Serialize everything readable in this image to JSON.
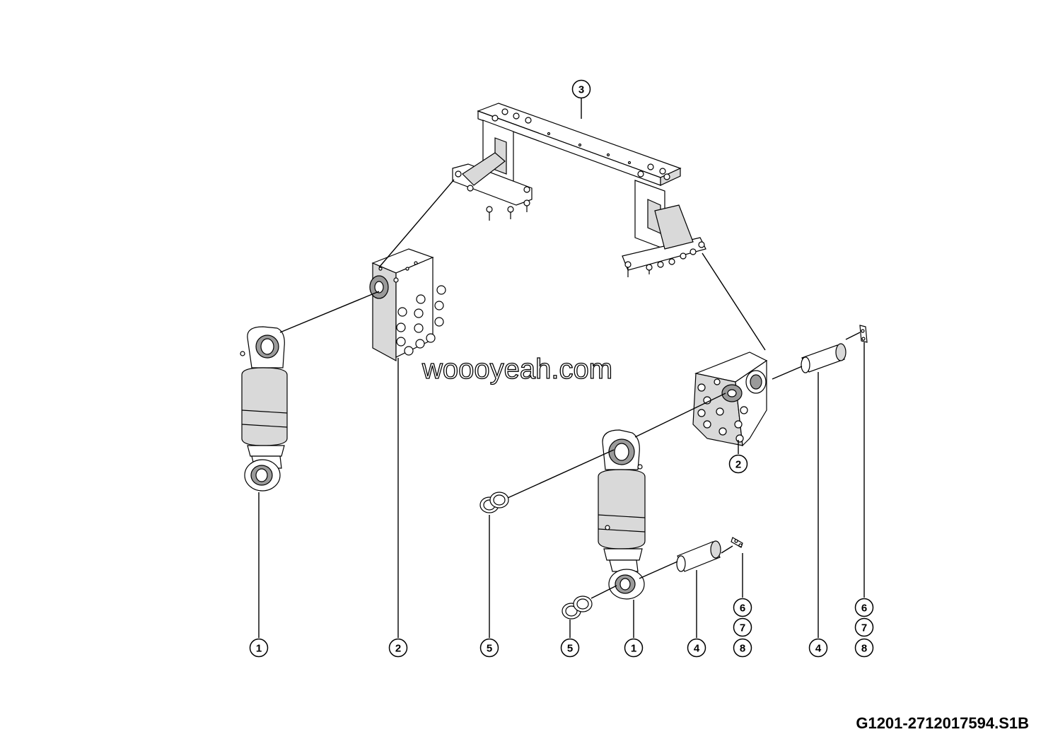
{
  "watermark": "woooyeah.com",
  "document_id": "G1201-2712017594.S1B",
  "callouts": [
    {
      "id": "c3-top",
      "number": "3"
    },
    {
      "id": "c2-right",
      "number": "2"
    },
    {
      "id": "c1-left",
      "number": "1"
    },
    {
      "id": "c2-left",
      "number": "2"
    },
    {
      "id": "c5-a",
      "number": "5"
    },
    {
      "id": "c5-b",
      "number": "5"
    },
    {
      "id": "c1-right",
      "number": "1"
    },
    {
      "id": "c4-a",
      "number": "4"
    },
    {
      "id": "c6-a",
      "number": "6"
    },
    {
      "id": "c7-a",
      "number": "7"
    },
    {
      "id": "c8-a",
      "number": "8"
    },
    {
      "id": "c4-b",
      "number": "4"
    },
    {
      "id": "c6-b",
      "number": "6"
    },
    {
      "id": "c7-b",
      "number": "7"
    },
    {
      "id": "c8-b",
      "number": "8"
    }
  ]
}
